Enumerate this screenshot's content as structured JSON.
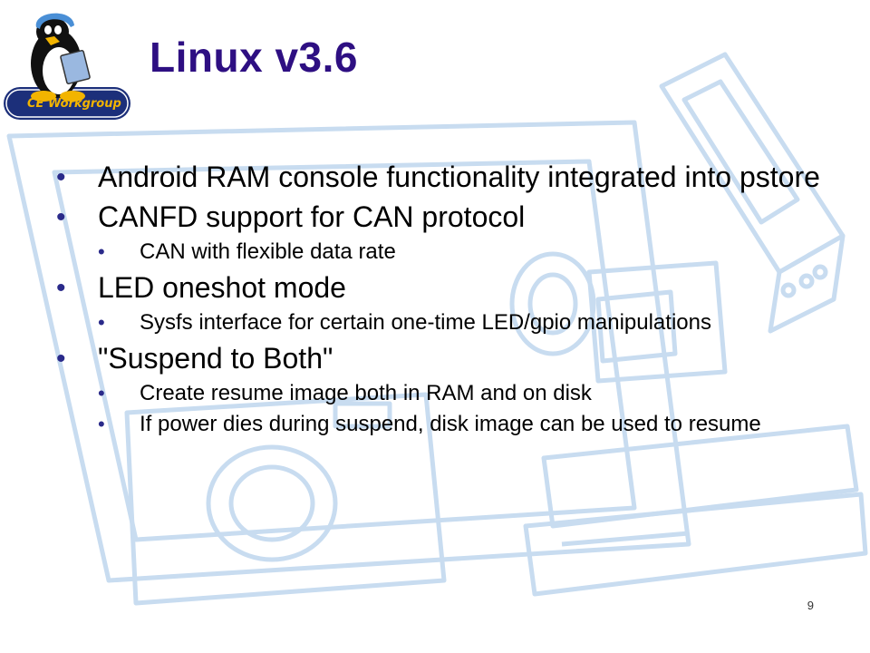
{
  "slide": {
    "title": "Linux v3.6",
    "logo_text": "CE Workgroup",
    "page_number": "9",
    "bullets": [
      {
        "text": "Android RAM console functionality integrated into pstore",
        "sub": []
      },
      {
        "text": "CANFD support for CAN protocol",
        "sub": [
          "CAN with flexible data rate"
        ]
      },
      {
        "text": "LED oneshot mode",
        "sub": [
          "Sysfs interface for certain one-time LED/gpio manipulations"
        ]
      },
      {
        "text": "\"Suspend to Both\"",
        "sub": [
          "Create resume image both in RAM and on disk",
          "If power dies during suspend, disk image can be used to resume"
        ]
      }
    ]
  },
  "colors": {
    "title": "#2e0f82",
    "bullet": "#2a2a8a",
    "background_art": "#c8dcf0",
    "logo_badge": "#1c2f7a",
    "logo_text": "#f2b400"
  },
  "icons": [
    "penguin-logo-icon",
    "mobile-phone-icon",
    "video-camera-icon",
    "photo-camera-icon",
    "tablet-icon",
    "dvd-player-icon"
  ]
}
